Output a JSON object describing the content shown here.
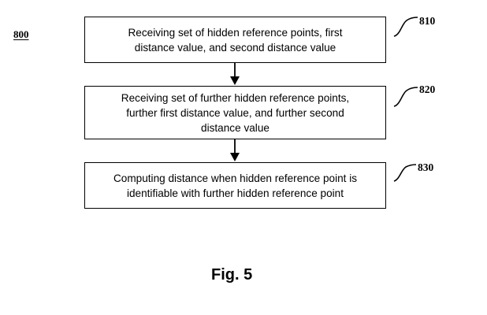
{
  "figure_reference": "800",
  "steps": [
    {
      "ref": "810",
      "lines": [
        "Receiving set of hidden reference points, first",
        "distance value, and second distance value"
      ]
    },
    {
      "ref": "820",
      "lines": [
        "Receiving set of further hidden reference points,",
        "further first distance value, and further second",
        "distance value"
      ]
    },
    {
      "ref": "830",
      "lines": [
        "Computing distance when hidden reference point is",
        "identifiable with further hidden reference point"
      ]
    }
  ],
  "caption": "Fig. 5"
}
